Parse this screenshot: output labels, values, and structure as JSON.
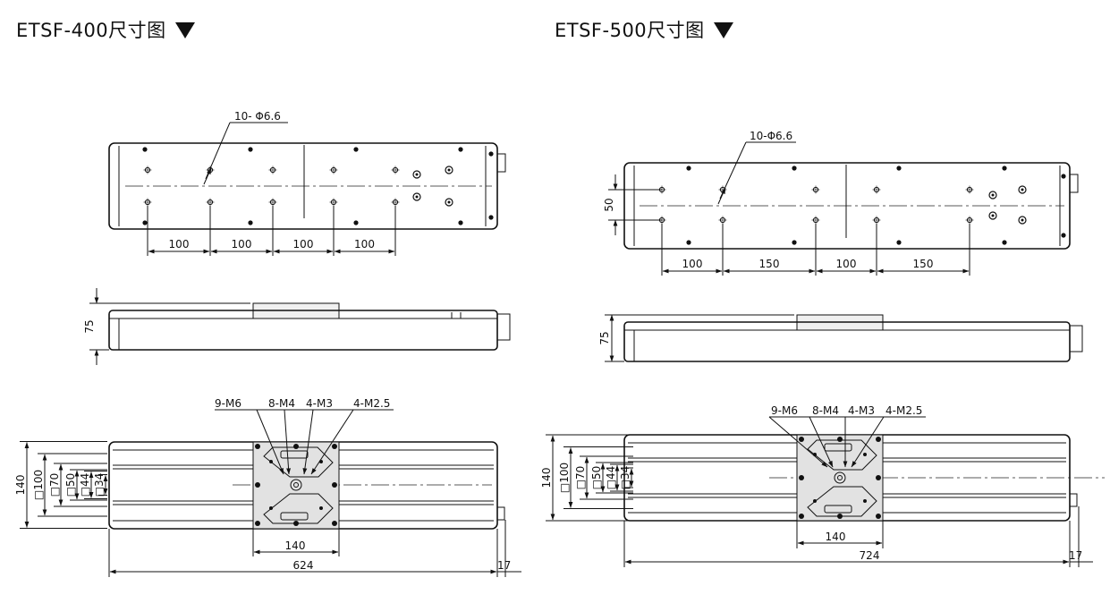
{
  "titles": {
    "left": "ETSF-400尺寸图",
    "right": "ETSF-500尺寸图"
  },
  "etsf400": {
    "holes_label": "10- Φ6.6",
    "pitch_labels": [
      "100",
      "100",
      "100",
      "100"
    ],
    "height_label": "75",
    "callouts": [
      "9-M6",
      "8-M4",
      "4-M3",
      "4-M2.5"
    ],
    "square_labels": [
      "140",
      "□100",
      "□70",
      "□50",
      "□44",
      "□34"
    ],
    "table_width": "140",
    "total_length": "624",
    "motor_offset": "17"
  },
  "etsf500": {
    "holes_label": "10-Φ6.6",
    "width_label": "50",
    "pitch_labels": [
      "100",
      "150",
      "100",
      "150"
    ],
    "height_label": "75",
    "callouts": [
      "9-M6",
      "8-M4",
      "4-M3",
      "4-M2.5"
    ],
    "square_labels": [
      "140",
      "□100",
      "□70",
      "□50",
      "□44",
      "□34"
    ],
    "table_width": "140",
    "total_length": "724",
    "motor_offset": "17"
  },
  "colors": {
    "line": "#111111",
    "fill": "#f0f0f0"
  }
}
